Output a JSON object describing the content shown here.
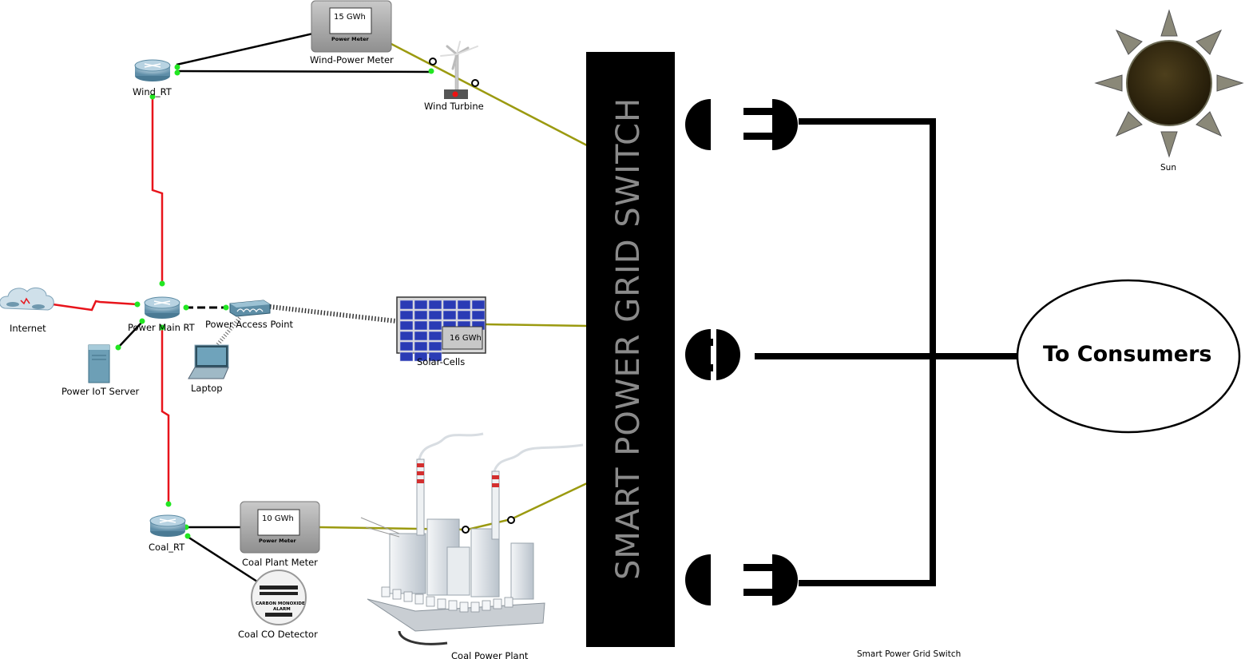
{
  "diagram": {
    "switch_title": "SMART POWER GRID SWITCH",
    "switch_caption": "Smart Power Grid Switch",
    "consumers_label": "To Consumers",
    "sun_label": "Sun",
    "nodes": {
      "internet": "Internet",
      "power_main_rt": "Power Main RT",
      "power_iot_server": "Power IoT Server",
      "power_access_point": "Power Access Point",
      "laptop": "Laptop",
      "wind_rt": "Wind_RT",
      "wind_power_meter": "Wind-Power Meter",
      "wind_turbine": "Wind Turbine",
      "solar_cells": "Solar-Cells",
      "coal_rt": "Coal_RT",
      "coal_plant_meter": "Coal Plant Meter",
      "coal_co_detector": "Coal CO Detector",
      "coal_power_plant": "Coal Power Plant"
    },
    "readings": {
      "wind_meter_value": "15 GWh",
      "solar_value": "16 GWh",
      "coal_meter_value": "10 GWh",
      "meter_caption": "Power Meter",
      "alarm_caption_1": "CARBON MONOXIDE",
      "alarm_caption_2": "ALARM"
    },
    "colors": {
      "serial_link": "#e8141b",
      "copper_link": "#000000",
      "power_link": "#9b9a10",
      "port_dot": "#22e622",
      "switch_body": "#000000",
      "solar_cell": "#2a3bb5",
      "sun_core": "#3a2e12"
    }
  }
}
